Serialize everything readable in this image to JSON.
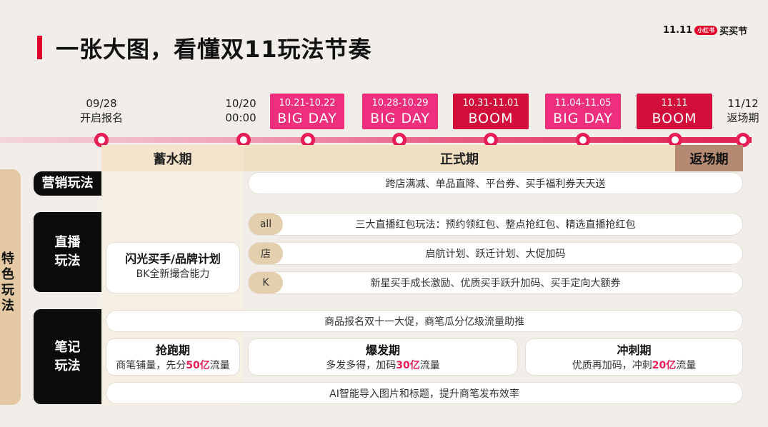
{
  "title": "一张大图，看懂双11玩法节奏",
  "logo": {
    "text_left": "11.11",
    "pill": "小红书",
    "text_right": "买买节"
  },
  "timeline": {
    "dates": [
      {
        "line1": "09/28",
        "line2": "开启报名"
      },
      {
        "line1": "10/20",
        "line2": "00:00"
      },
      {
        "line1": "11/12",
        "line2": "返场期"
      }
    ],
    "badges": [
      {
        "date": "10.21-10.22",
        "label": "BIG DAY"
      },
      {
        "date": "10.28-10.29",
        "label": "BIG DAY"
      },
      {
        "date": "10.31-11.01",
        "label": "BOOM"
      },
      {
        "date": "11.04-11.05",
        "label": "BIG DAY"
      },
      {
        "date": "11.11",
        "label": "BOOM"
      }
    ],
    "phases": [
      "蓄水期",
      "正式期",
      "返场期"
    ]
  },
  "side_label": "特色玩法",
  "rows": {
    "marketing": {
      "label": "营销玩法",
      "text": "跨店满减、单品直降、平台券、买手福利券天天送"
    },
    "live": {
      "label_1": "直播",
      "label_2": "玩法",
      "card_title": "闪光买手/品牌计划",
      "card_sub": "BK全新撮合能力",
      "items": [
        {
          "tag": "all",
          "text": "三大直播红包玩法：预约领红包、整点抢红包、精选直播抢红包"
        },
        {
          "tag": "店",
          "text": "启航计划、跃迁计划、大促加码"
        },
        {
          "tag": "K",
          "text": "新星买手成长激励、优质买手跃升加码、买手定向大额券"
        }
      ]
    },
    "notes": {
      "label_1": "笔记",
      "label_2": "玩法",
      "top_text": "商品报名双十一大促，商笔瓜分亿级流量助推",
      "bottom_text": "AI智能导入图片和标题，提升商笔发布效率",
      "stages": [
        {
          "title": "抢跑期",
          "pre": "商笔铺量，先分",
          "hl": "50亿",
          "post": "流量"
        },
        {
          "title": "爆发期",
          "pre": "多发多得，加码",
          "hl": "30亿",
          "post": "流量"
        },
        {
          "title": "冲刺期",
          "pre": "优质再加码，冲刺",
          "hl": "20亿",
          "post": "流量"
        }
      ]
    }
  },
  "colors": {
    "accent": "#e0002a",
    "pink": "#ee2f7e",
    "red": "#d10f3a",
    "cream": "#f3e4cb",
    "tan": "#e3cfae",
    "brown": "#b58a73"
  }
}
